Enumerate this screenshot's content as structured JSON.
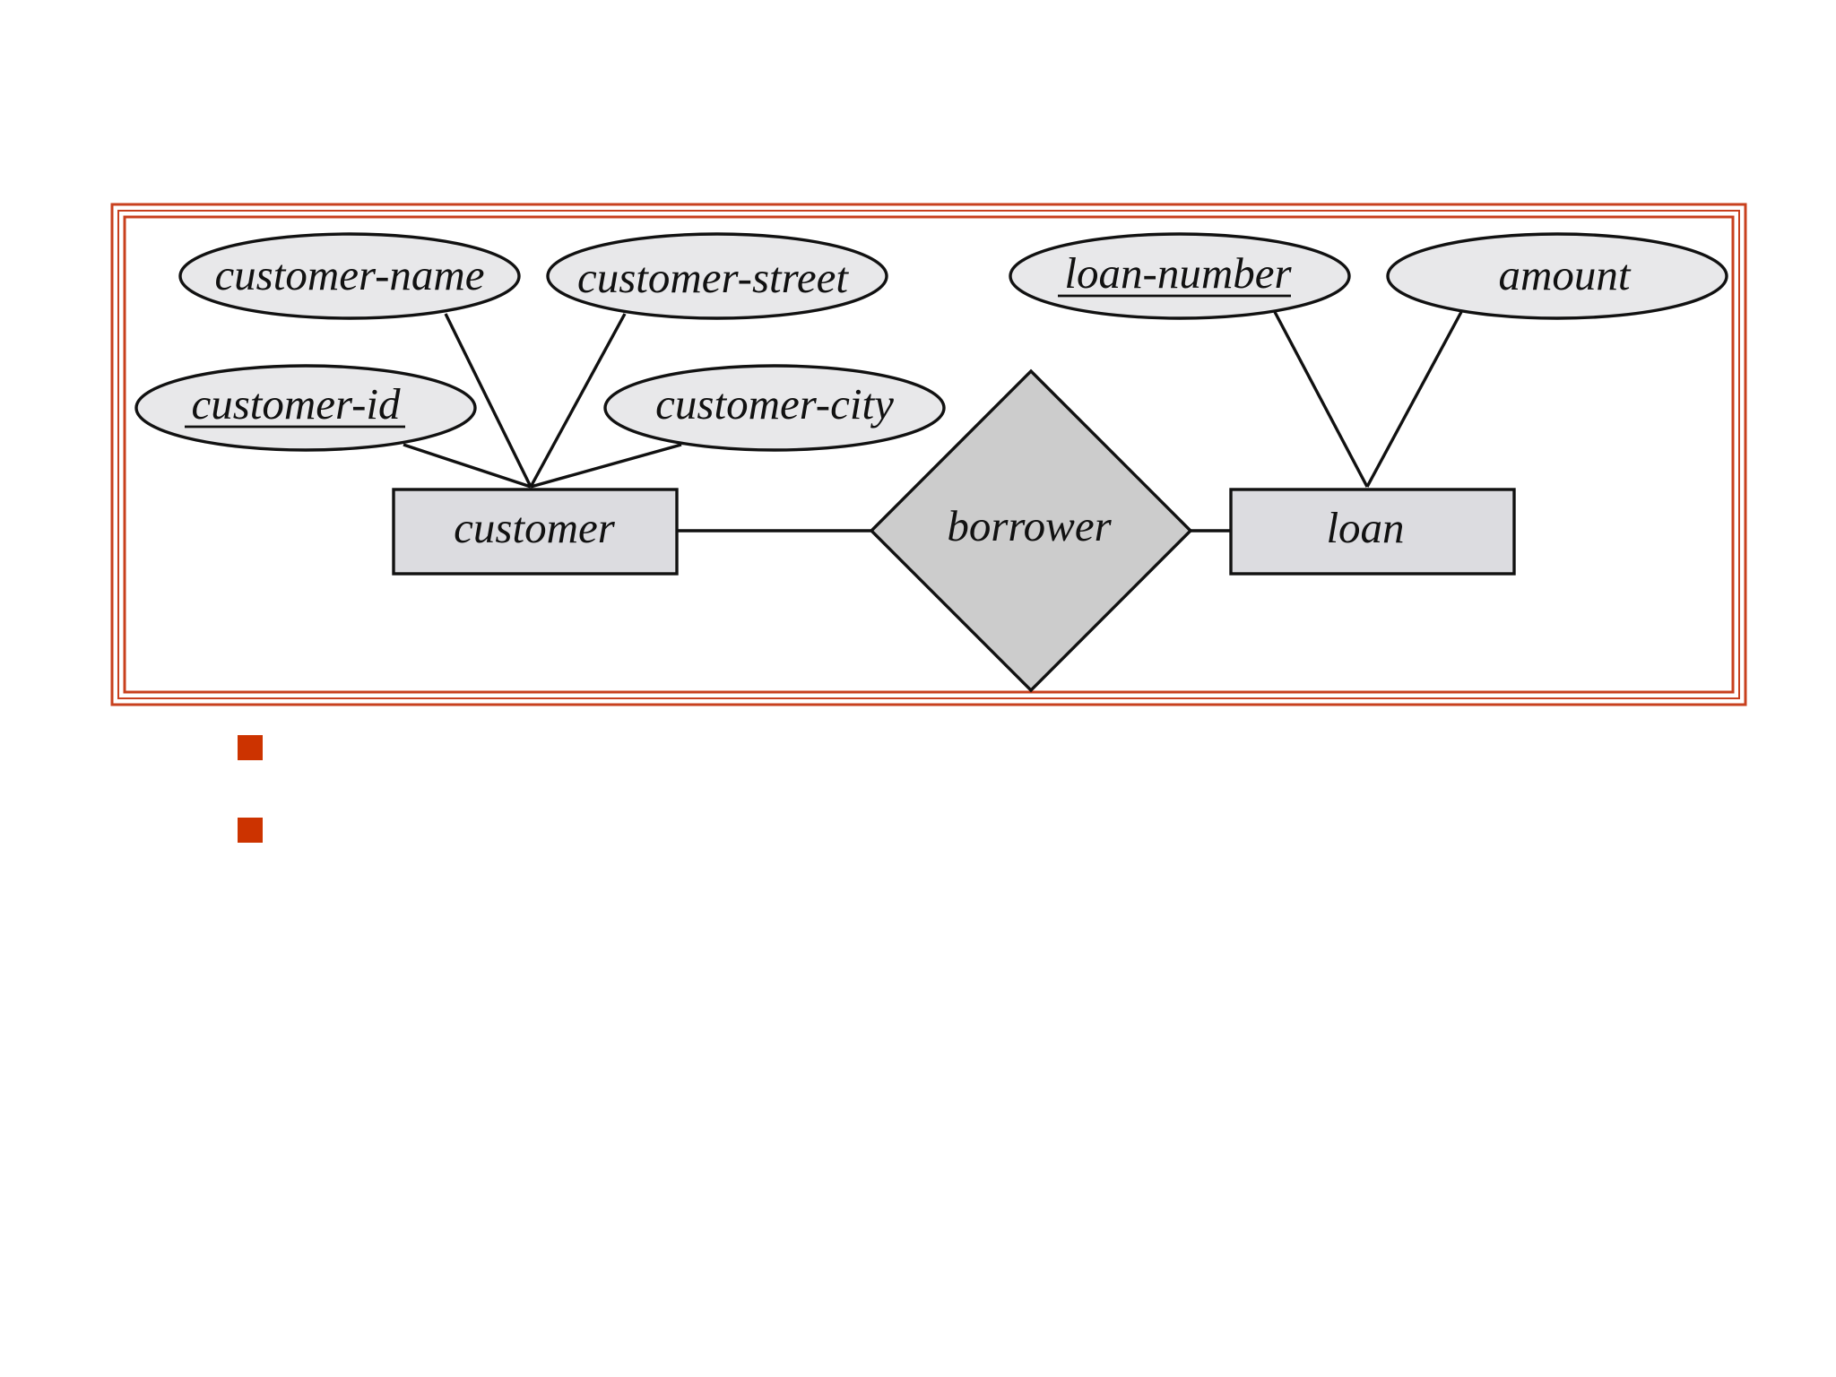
{
  "diagram": {
    "entities": [
      {
        "id": "customer",
        "label": "customer"
      },
      {
        "id": "loan",
        "label": "loan"
      }
    ],
    "relationship": {
      "id": "borrower",
      "label": "borrower",
      "connects": [
        "customer",
        "loan"
      ]
    },
    "attributes": [
      {
        "id": "customer-name",
        "label": "customer-name",
        "entity": "customer",
        "key": false
      },
      {
        "id": "customer-street",
        "label": "customer-street",
        "entity": "customer",
        "key": false
      },
      {
        "id": "customer-id",
        "label": "customer-id",
        "entity": "customer",
        "key": true
      },
      {
        "id": "customer-city",
        "label": "customer-city",
        "entity": "customer",
        "key": false
      },
      {
        "id": "loan-number",
        "label": "loan-number",
        "entity": "loan",
        "key": true
      },
      {
        "id": "amount",
        "label": "amount",
        "entity": "loan",
        "key": false
      }
    ]
  },
  "colors": {
    "frame": "#c8401e",
    "bullet": "#cc3300",
    "attribute_fill": "#e8e8ea",
    "entity_fill": "#dcdce0",
    "relationship_fill": "#cccccc"
  }
}
